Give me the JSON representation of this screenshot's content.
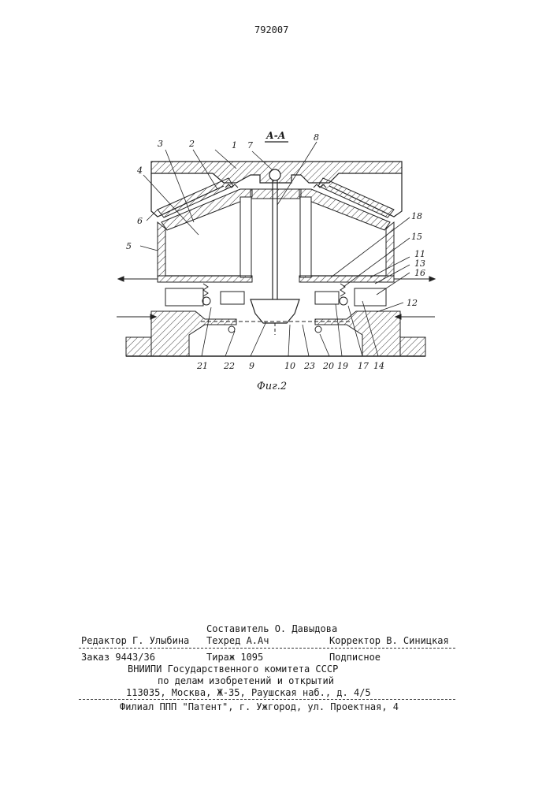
{
  "header": {
    "patent_number": "792007"
  },
  "figure": {
    "section_label": "А-А",
    "caption": "Фиг.2",
    "labels": [
      "1",
      "2",
      "3",
      "4",
      "5",
      "6",
      "7",
      "8",
      "9",
      "10",
      "11",
      "12",
      "13",
      "14",
      "15",
      "16",
      "17",
      "18",
      "19",
      "20",
      "21",
      "22",
      "23"
    ]
  },
  "footer": {
    "compiler": "Составитель О. Давыдова",
    "editor": "Редактор Г. Улыбина",
    "techred": "Техред А.Ач",
    "corrector": "Корректор В. Синицкая",
    "order": "Заказ 9443/36",
    "circulation": "Тираж 1095",
    "subscription": "Подписное",
    "org_line1": "ВНИИПИ Государственного комитета СССР",
    "org_line2": "по делам изобретений и открытий",
    "address": "113035, Москва, Ж-35, Раушская наб., д. 4/5",
    "branch": "Филиал ППП \"Патент\", г. Ужгород, ул. Проектная, 4"
  }
}
